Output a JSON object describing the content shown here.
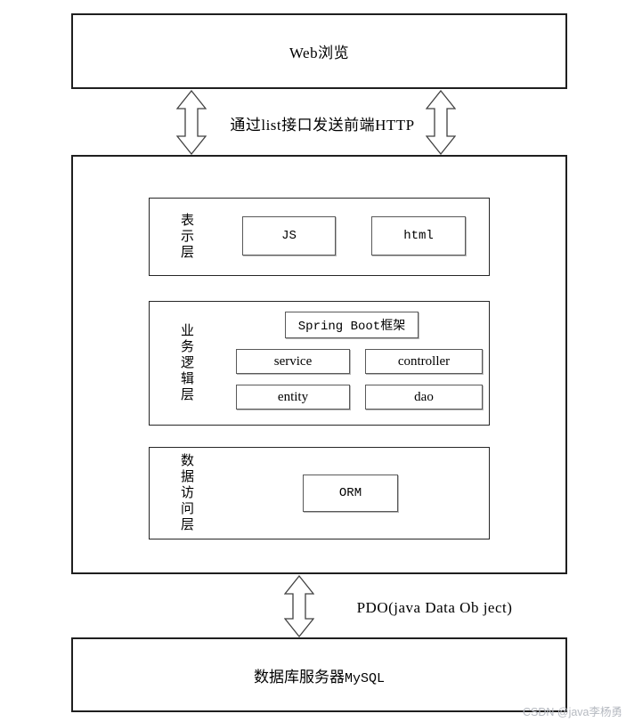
{
  "colors": {
    "line": "#1f1f1f",
    "component_border": "#595959",
    "background": "#ffffff",
    "watermark": "#b6bac1"
  },
  "web_box": {
    "label": "Web浏览"
  },
  "top_connection": {
    "label": "通过list接口发送前端HTTP"
  },
  "layers": {
    "presentation": {
      "label": "表示层",
      "js": "JS",
      "html": "html"
    },
    "business": {
      "label": "业务逻辑层",
      "framework": "Spring Boot框架",
      "service": "service",
      "controller": "controller",
      "entity": "entity",
      "dao": "dao"
    },
    "data_access": {
      "label": "数据访问层",
      "orm": "ORM"
    }
  },
  "bottom_connection": {
    "label": "PDO(java Data Ob ject)"
  },
  "db_box": {
    "label_zh": "数据库服务器",
    "label_en": "MySQL"
  },
  "watermark": {
    "label": "CSDN @java李杨勇"
  }
}
